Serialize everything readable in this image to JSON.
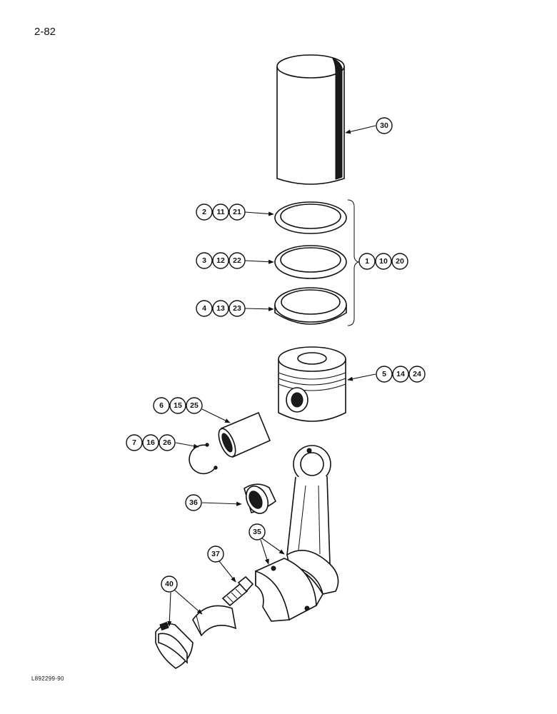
{
  "page_number": "2-82",
  "figure_code": "L892299-90",
  "callouts": {
    "c30": "30",
    "c2": "2",
    "c11": "11",
    "c21": "21",
    "c3": "3",
    "c12": "12",
    "c22": "22",
    "c4": "4",
    "c13": "13",
    "c23": "23",
    "c1": "1",
    "c10": "10",
    "c20": "20",
    "c5": "5",
    "c14": "14",
    "c24": "24",
    "c6": "6",
    "c15": "15",
    "c25": "25",
    "c7": "7",
    "c16": "16",
    "c26": "26",
    "c36": "36",
    "c35": "35",
    "c37": "37",
    "c40": "40"
  }
}
